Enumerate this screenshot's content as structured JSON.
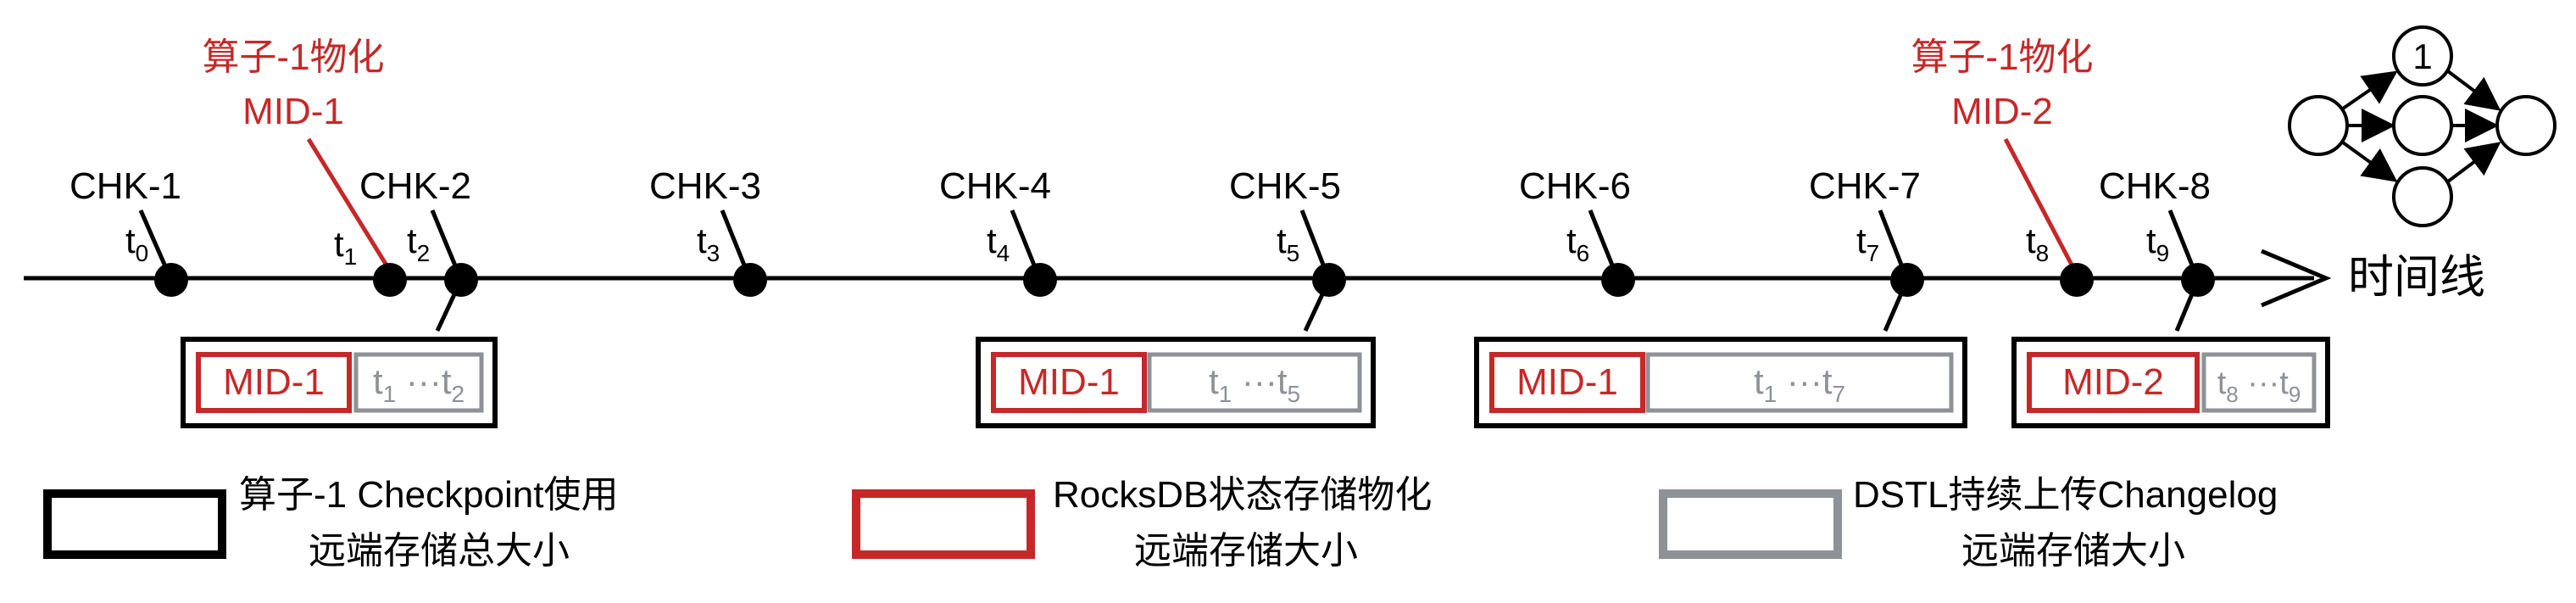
{
  "checkpoints": [
    {
      "label": "CHK-1",
      "t": "t",
      "sub": "0"
    },
    {
      "label": "CHK-2",
      "t": "t",
      "sub": "2"
    },
    {
      "label": "CHK-3",
      "t": "t",
      "sub": "3"
    },
    {
      "label": "CHK-4",
      "t": "t",
      "sub": "4"
    },
    {
      "label": "CHK-5",
      "t": "t",
      "sub": "5"
    },
    {
      "label": "CHK-6",
      "t": "t",
      "sub": "6"
    },
    {
      "label": "CHK-7",
      "t": "t",
      "sub": "7"
    },
    {
      "label": "CHK-8",
      "t": "t",
      "sub": "9"
    }
  ],
  "materializations": [
    {
      "title": "算子-1物化",
      "mid": "MID-1",
      "t": "t",
      "sub": "1"
    },
    {
      "title": "算子-1物化",
      "mid": "MID-2",
      "t": "t",
      "sub": "8"
    }
  ],
  "timeline_label": "时间线",
  "boxes": [
    {
      "mid": "MID-1",
      "a": "1",
      "b": "2"
    },
    {
      "mid": "MID-1",
      "a": "1",
      "b": "5"
    },
    {
      "mid": "MID-1",
      "a": "1",
      "b": "7"
    },
    {
      "mid": "MID-2",
      "a": "8",
      "b": "9"
    }
  ],
  "dag_node_label": "1",
  "legend": [
    {
      "line1": "算子-1 Checkpoint使用",
      "line2": "远端存储总大小",
      "color": "#000000"
    },
    {
      "line1": "RocksDB状态存储物化",
      "line2": "远端存储大小",
      "color": "#c62828"
    },
    {
      "line1": "DSTL持续上传Changelog",
      "line2": "远端存储大小",
      "color": "#8e9296"
    }
  ],
  "colors": {
    "black": "#000000",
    "red": "#c62828",
    "gray": "#8e9296"
  }
}
